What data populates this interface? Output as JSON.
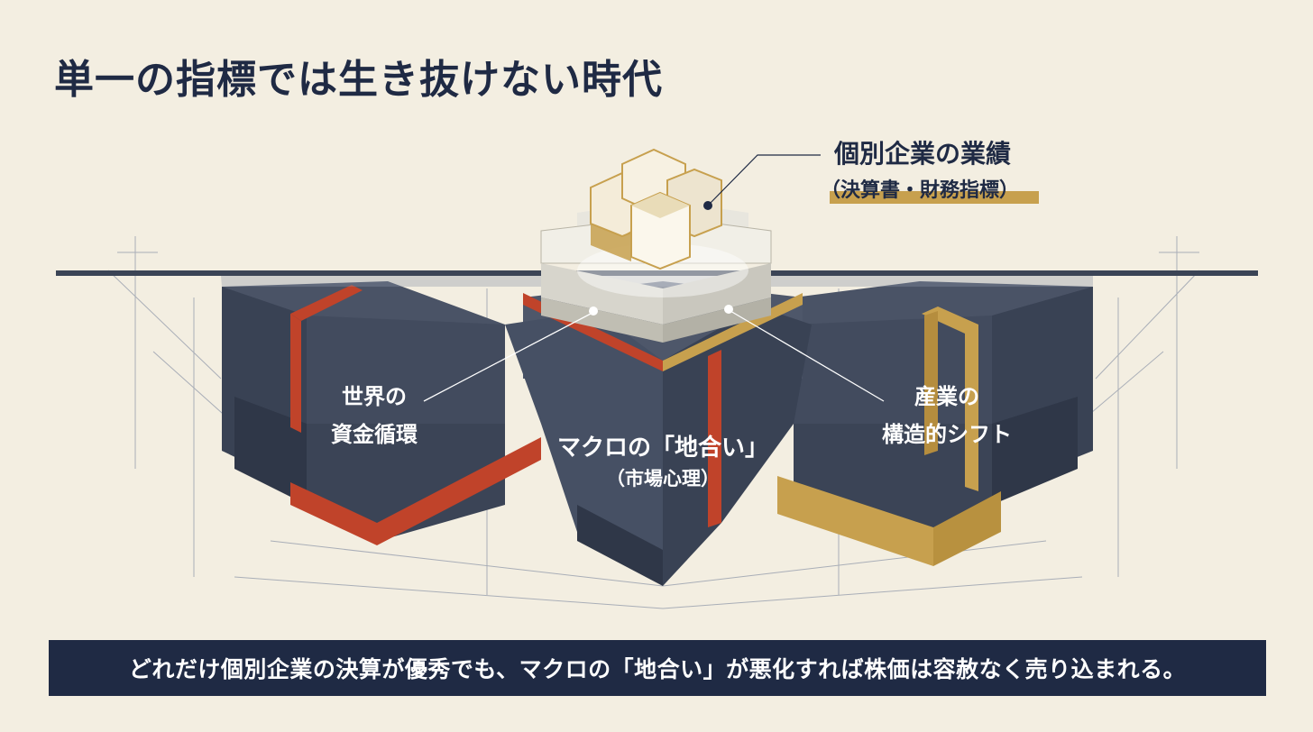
{
  "title": "単一の指標では生き抜けない時代",
  "labels": {
    "company": "個別企業の業績",
    "company_sub": "（決算書・財務指標）",
    "capital_line1": "世界の",
    "capital_line2": "資金循環",
    "macro": "マクロの「地合い」",
    "macro_sub": "（市場心理）",
    "industry_line1": "産業の",
    "industry_line2": "構造的シフト"
  },
  "banner": "どれだけ個別企業の決算が優秀でも、マクロの「地合い」が悪化すれば株価は容赦なく売り込まれる。",
  "colors": {
    "background": "#f3eee1",
    "navy": "#1f2a44",
    "block_dark": "#3b4456",
    "block_mid": "#4a5366",
    "accent_red": "#c0432a",
    "accent_gold": "#c7a04e"
  }
}
